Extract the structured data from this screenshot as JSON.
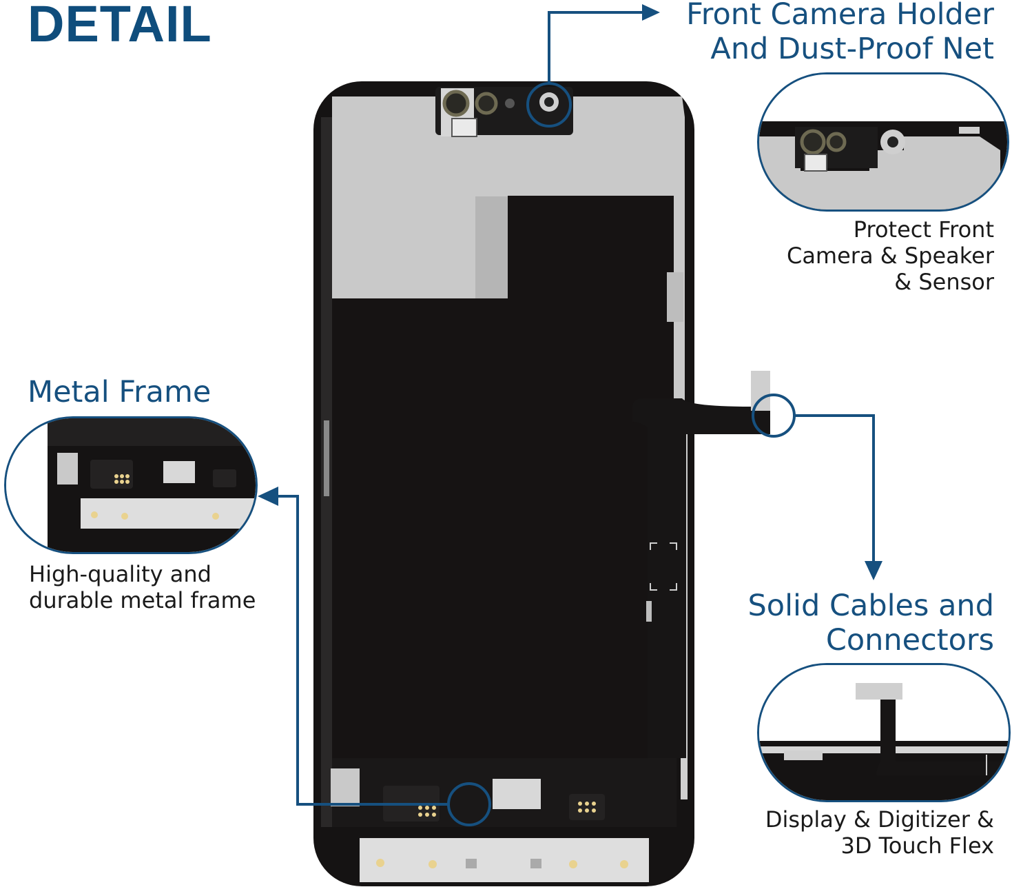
{
  "title": "DETAIL",
  "accent_color": "#16507f",
  "callouts": {
    "front_camera": {
      "heading": [
        "Front Camera Holder",
        "And Dust-Proof Net"
      ],
      "description": [
        "Protect Front",
        "Camera & Speaker",
        "& Sensor"
      ]
    },
    "metal_frame": {
      "heading": [
        "Metal Frame"
      ],
      "description": [
        "High-quality and",
        "durable metal frame"
      ]
    },
    "cables": {
      "heading": [
        "Solid Cables and",
        "Connectors"
      ],
      "description": [
        "Display & Digitizer &",
        "3D Touch Flex"
      ]
    }
  }
}
